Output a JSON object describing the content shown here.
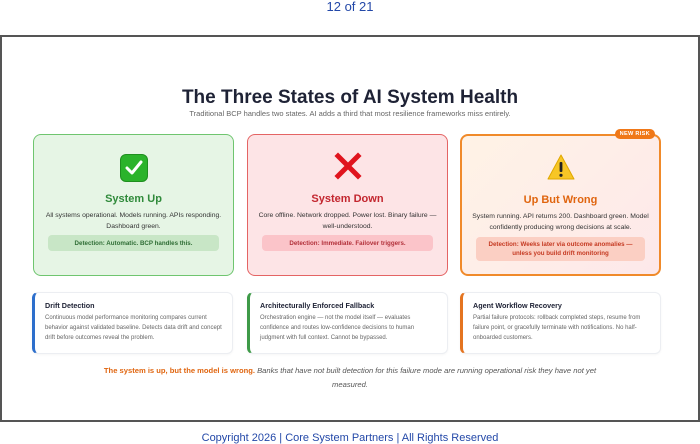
{
  "page_counter": "12 of 21",
  "slide": {
    "title": "The Three States of AI System Health",
    "subtitle": "Traditional BCP handles two states. AI adds a third that most resilience frameworks miss entirely.",
    "cards": [
      {
        "icon": "check-mark-icon",
        "title": "System Up",
        "description": "All systems operational. Models running. APIs responding. Dashboard green.",
        "detection": "Detection: Automatic. BCP handles this.",
        "color": "#2f8a3a"
      },
      {
        "icon": "cross-mark-icon",
        "title": "System Down",
        "description": "Core offline. Network dropped. Power lost. Binary failure — well-understood.",
        "detection": "Detection: Immediate. Failover triggers.",
        "color": "#c3262f"
      },
      {
        "icon": "warning-icon",
        "badge": "NEW RISK",
        "title": "Up But Wrong",
        "description": "System running. API returns 200. Dashboard green. Model confidently producing wrong decisions at scale.",
        "detection": "Detection: Weeks later via outcome anomalies — unless you build drift monitoring",
        "color": "#e0650f"
      }
    ],
    "features": [
      {
        "title": "Drift Detection",
        "description": "Continuous model performance monitoring compares current behavior against validated baseline. Detects data drift and concept drift before outcomes reveal the problem.",
        "accent": "#2d6fcc"
      },
      {
        "title": "Architecturally Enforced Fallback",
        "description": "Orchestration engine — not the model itself — evaluates confidence and routes low-confidence decisions to human judgment with full context. Cannot be bypassed.",
        "accent": "#3e9a48"
      },
      {
        "title": "Agent Workflow Recovery",
        "description": "Partial failure protocols: rollback completed steps, resume from failure point, or gracefully terminate with notifications. No half-onboarded customers.",
        "accent": "#e47420"
      }
    ],
    "footnote": {
      "highlight": "The system is up, but the model is wrong.",
      "text": " Banks that have not built detection for this failure mode are running operational risk they have not yet measured."
    }
  },
  "copyright": "Copyright 2026 | Core System Partners | All Rights Reserved"
}
